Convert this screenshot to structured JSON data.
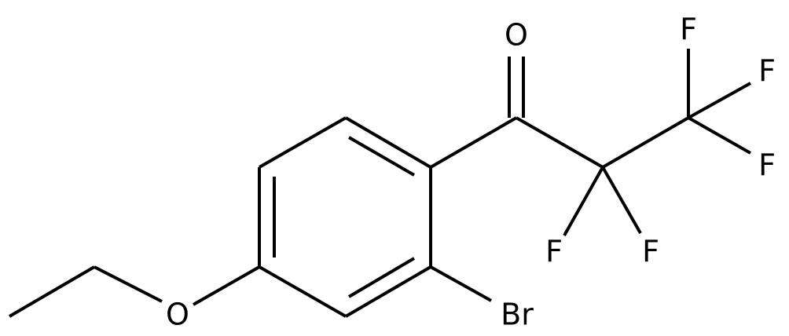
{
  "molecule": {
    "atoms": {
      "oxygen_carbonyl": "O",
      "oxygen_ether": "O",
      "bromine": "Br",
      "fluorine_1": "F",
      "fluorine_2": "F",
      "fluorine_3": "F",
      "fluorine_4": "F",
      "fluorine_5": "F"
    }
  }
}
